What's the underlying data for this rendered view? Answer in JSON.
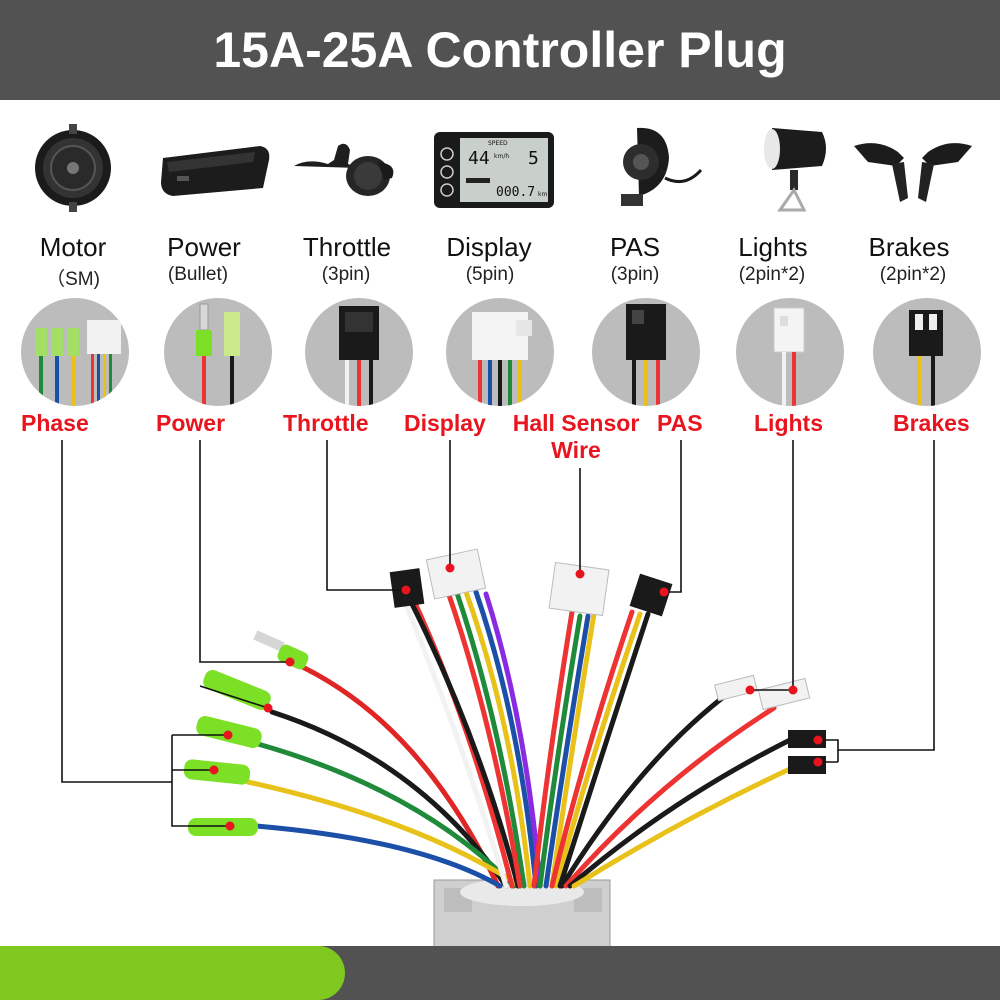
{
  "title": "15A-25A Controller Plug",
  "components": [
    {
      "key": "motor",
      "name": "Motor",
      "sub": "（SM)",
      "icon": "hub-motor-icon"
    },
    {
      "key": "power",
      "name": "Power",
      "sub": "(Bullet)",
      "icon": "battery-icon"
    },
    {
      "key": "throttle",
      "name": "Throttle",
      "sub": "(3pin)",
      "icon": "thumb-throttle-icon"
    },
    {
      "key": "display",
      "name": "Display",
      "sub": "(5pin)",
      "icon": "lcd-display-icon"
    },
    {
      "key": "pas",
      "name": "PAS",
      "sub": "(3pin)",
      "icon": "pas-sensor-icon"
    },
    {
      "key": "lights",
      "name": "Lights",
      "sub": "(2pin*2)",
      "icon": "headlight-icon"
    },
    {
      "key": "brakes",
      "name": "Brakes",
      "sub": "(2pin*2)",
      "icon": "brake-lever-icon"
    }
  ],
  "display_icon": {
    "speed_label": "SPEED",
    "speed_value": "44",
    "unit": "km/h",
    "gear": "5",
    "odo": "000.7",
    "odo_unit": "km"
  },
  "plug_labels": {
    "phase": "Phase",
    "power": "Power",
    "throttle": "Throttle",
    "display": "Display",
    "hall_line1": "Hall Sensor",
    "hall_line2": "Wire",
    "pas": "PAS",
    "lights": "Lights",
    "brakes": "Brakes"
  },
  "colors": {
    "header": "#525252",
    "label_red": "#e8141e",
    "accent_green": "#7ec81f",
    "connector_green": "#7be026",
    "connector_white": "#f2f2f2",
    "connector_black": "#1a1a1a"
  }
}
